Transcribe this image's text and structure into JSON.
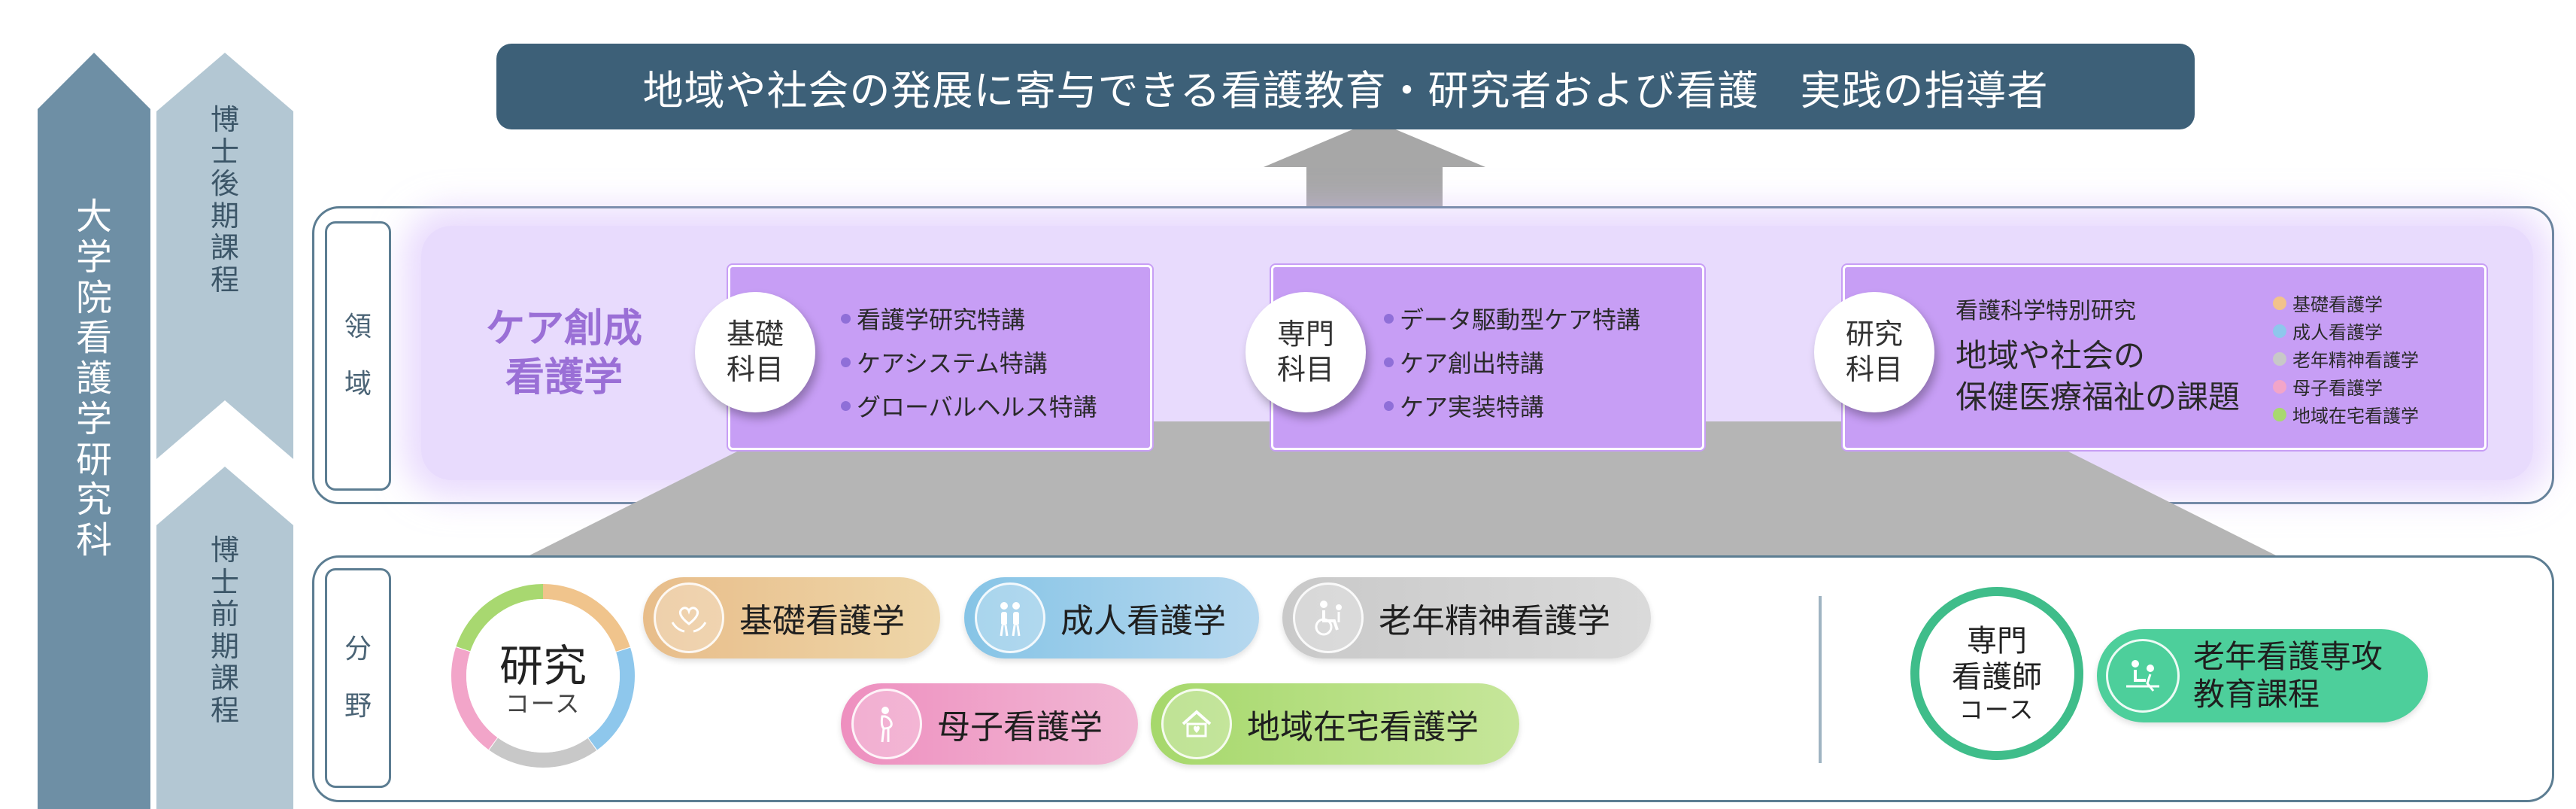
{
  "goal_banner": "地域や社会の発展に寄与できる看護教育・研究者および看護　実践の指導者",
  "left_arrows": {
    "graduate_school": [
      "大",
      "学",
      "院",
      "看",
      "護",
      "学",
      "研",
      "究",
      "科"
    ],
    "doctoral": [
      "博",
      "士",
      "後",
      "期",
      "課",
      "程"
    ],
    "masters": [
      "博",
      "士",
      "前",
      "期",
      "課",
      "程"
    ]
  },
  "domain_section": {
    "tab": [
      "領",
      "域"
    ],
    "title_line1": "ケア創成",
    "title_line2": "看護学",
    "basic": {
      "circle_line1": "基礎",
      "circle_line2": "科目",
      "items": [
        "看護学研究特講",
        "ケアシステム特講",
        "グローバルヘルス特講"
      ]
    },
    "specialized": {
      "circle_line1": "専門",
      "circle_line2": "科目",
      "items": [
        "データ駆動型ケア特講",
        "ケア創出特講",
        "ケア実装特講"
      ]
    },
    "research": {
      "circle_line1": "研究",
      "circle_line2": "科目",
      "special_research": "看護科学特別研究",
      "issue_line1": "地域や社会の",
      "issue_line2": "保健医療福祉の課題",
      "legend": [
        {
          "label": "基礎看護学",
          "color": "#f2c28c"
        },
        {
          "label": "成人看護学",
          "color": "#8ec7ec"
        },
        {
          "label": "老年精神看護学",
          "color": "#c8c8c8"
        },
        {
          "label": "母子看護学",
          "color": "#f2a5c9"
        },
        {
          "label": "地域在宅看護学",
          "color": "#a8d870"
        }
      ]
    }
  },
  "field_section": {
    "tab": [
      "分",
      "野"
    ],
    "research_course": {
      "title": "研究",
      "sub": "コース"
    },
    "fields": {
      "basic_nursing": "基礎看護学",
      "adult_nursing": "成人看護学",
      "geriatric_psychiatric": "老年精神看護学",
      "maternal_child": "母子看護学",
      "community_home": "地域在宅看護学"
    },
    "cns_course": {
      "line1": "専門",
      "line2": "看護師",
      "sub": "コース"
    },
    "cns_program": {
      "line1": "老年看護専攻",
      "line2": "教育課程"
    }
  },
  "colors": {
    "banner": "#3d6078",
    "arrow_grad": "#6e8fa5",
    "arrow_sub": "#b3c7d3",
    "purple": "#c79ef5",
    "purple_title": "#9a6fd6",
    "cns_green": "#4dcf9b"
  }
}
